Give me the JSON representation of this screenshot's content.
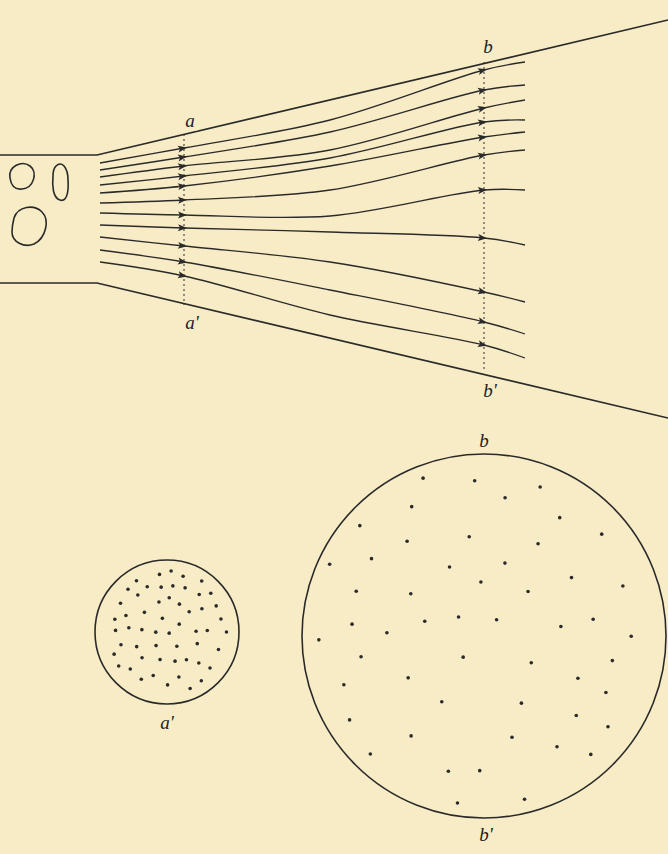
{
  "diagram": {
    "labels": [
      "a",
      "a'",
      "b",
      "b'",
      "a'",
      "b",
      "b'"
    ]
  }
}
